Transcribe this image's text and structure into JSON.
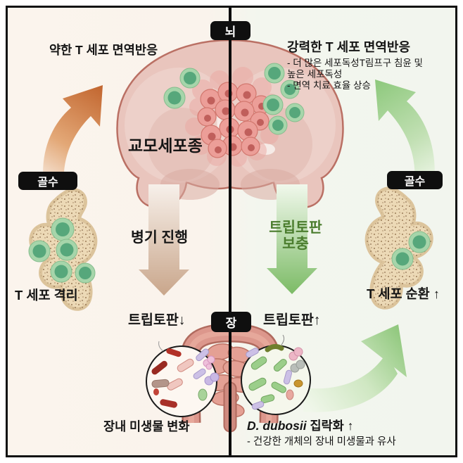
{
  "tags": {
    "brain": "뇌",
    "marrow_left": "골수",
    "marrow_right": "골수",
    "gut": "장"
  },
  "left_side": {
    "title": "약한 T 세포 면역반응",
    "glioma_label": "교모세포종",
    "t_cell_state": "T 세포 격리",
    "progression": "병기 진행",
    "tryptophan_level": "트립토판↓",
    "microbiome_caption": "장내 미생물 변화"
  },
  "right_side": {
    "title": "강력한 T 세포 면역반응",
    "bullets": "- 더 많은 세포독성T림프구 침윤 및\n높은 세포독성\n- 면역 치료 효율 상승",
    "supplement": "트립토판\n보충",
    "t_cell_state": "T 세포 순환 ↑",
    "tryptophan_level": "트립토판↑",
    "dubosii_species": "D. dubosii",
    "dubosii_rest": " 집락화 ↑",
    "dubosii_sub": "- 건강한 개체의 장내 미생물과 유사"
  },
  "colors": {
    "tag_bg": "#0f0f0f",
    "supplement_green_text": "#4b7d2e",
    "arrow_orange": "#c2662f",
    "arrow_green": "#8cc87b",
    "arrow_tan": "#c9a68b",
    "brain_fill": "#e9c5bd",
    "tumor_fill": "#ec9e98",
    "tcell_green": "#56a77b",
    "bone_fill": "#ecd9b6",
    "bg_left": "#faf3ec",
    "bg_right": "#f2f5ee"
  }
}
